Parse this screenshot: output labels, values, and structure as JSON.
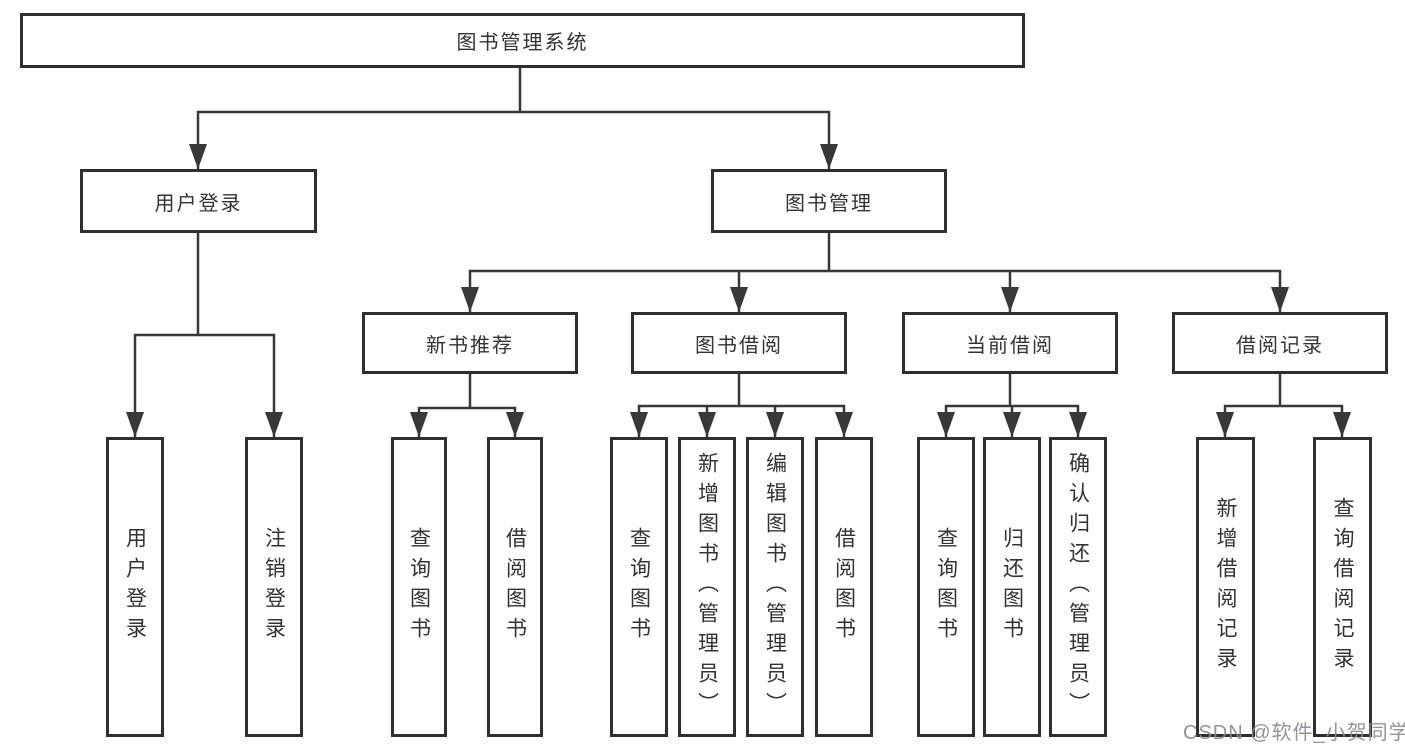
{
  "diagram": {
    "root_label": "图书管理系统",
    "nodes": {
      "user_login": "用户登录",
      "book_mgmt": "图书管理",
      "new_books": "新书推荐",
      "book_borrow": "图书借阅",
      "current_borrow": "当前借阅",
      "borrow_records": "借阅记录"
    },
    "leaves": {
      "user_login_1": "用户登录",
      "user_login_2": "注销登录",
      "new_books_1": "查询图书",
      "new_books_2": "借阅图书",
      "book_borrow_1": "查询图书",
      "book_borrow_2": "新增图书（管理员）",
      "book_borrow_3": "编辑图书（管理员）",
      "book_borrow_4": "借阅图书",
      "current_borrow_1": "查询图书",
      "current_borrow_2": "归还图书",
      "current_borrow_3": "确认归还（管理员）",
      "borrow_records_1": "新增借阅记录",
      "borrow_records_2": "查询借阅记录"
    },
    "watermark": "CSDN @软件_小贺同学",
    "colors": {
      "line": "#383838",
      "border": "#2f2f2f",
      "text": "#333333",
      "watermark": "#8a8a92",
      "background": "#ffffff"
    }
  }
}
